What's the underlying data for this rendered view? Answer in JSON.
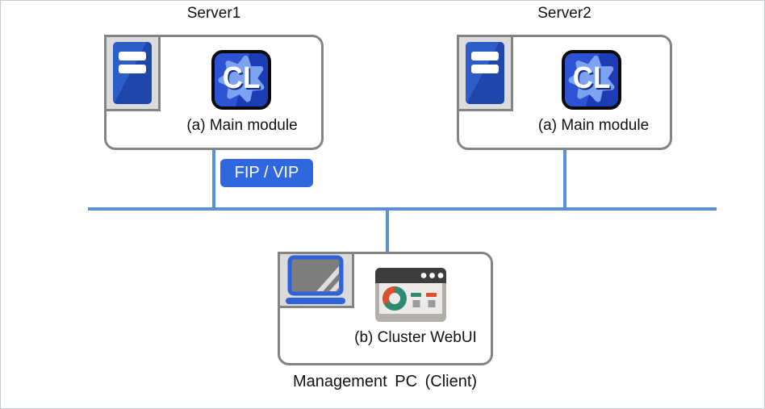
{
  "diagram": {
    "servers": [
      {
        "title": "Server1",
        "module_label": "(a) Main module",
        "icon_text": "CL"
      },
      {
        "title": "Server2",
        "module_label": "(a) Main module",
        "icon_text": "CL"
      }
    ],
    "fip_badge": "FIP / VIP",
    "management_pc": {
      "module_label": "(b) Cluster WebUI",
      "caption": "Management PC (Client)"
    },
    "colors": {
      "network_line": "#5b91d4",
      "badge_bg": "#2f67df",
      "box_border": "#848484",
      "server_icon_blue": "#2553bd",
      "cl_icon_blue": "#2547c8",
      "cl_gear_blue": "#7ba3f2",
      "laptop_blue": "#2e62d8",
      "webui_teal": "#2e8b72",
      "webui_red": "#dc4f2c"
    }
  }
}
